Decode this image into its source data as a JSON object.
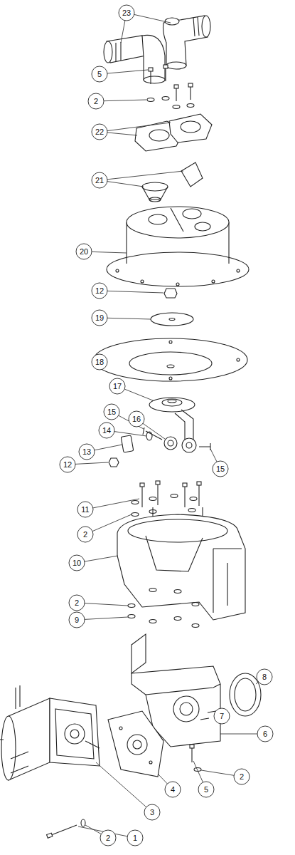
{
  "diagram": {
    "labels": [
      "23",
      "5",
      "2",
      "22",
      "21",
      "20",
      "12",
      "19",
      "18",
      "17",
      "15",
      "16",
      "14",
      "13",
      "15",
      "12",
      "11",
      "2",
      "10",
      "2",
      "9",
      "8",
      "7",
      "6",
      "2",
      "4",
      "5",
      "3",
      "1",
      "2"
    ]
  }
}
